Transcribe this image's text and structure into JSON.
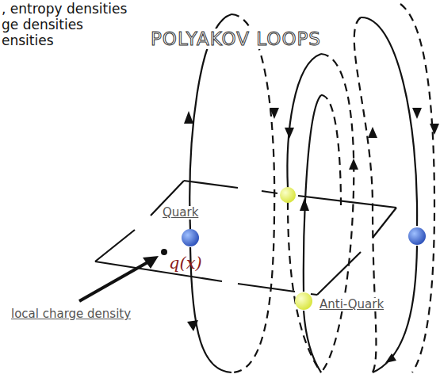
{
  "diagram": {
    "labels": [
      ", entropy densities",
      "ge densities",
      "ensities",
      "POLYAKOV LOOPS",
      "Quark",
      "q(x)",
      "Anti-Quark",
      "local charge density"
    ]
  }
}
